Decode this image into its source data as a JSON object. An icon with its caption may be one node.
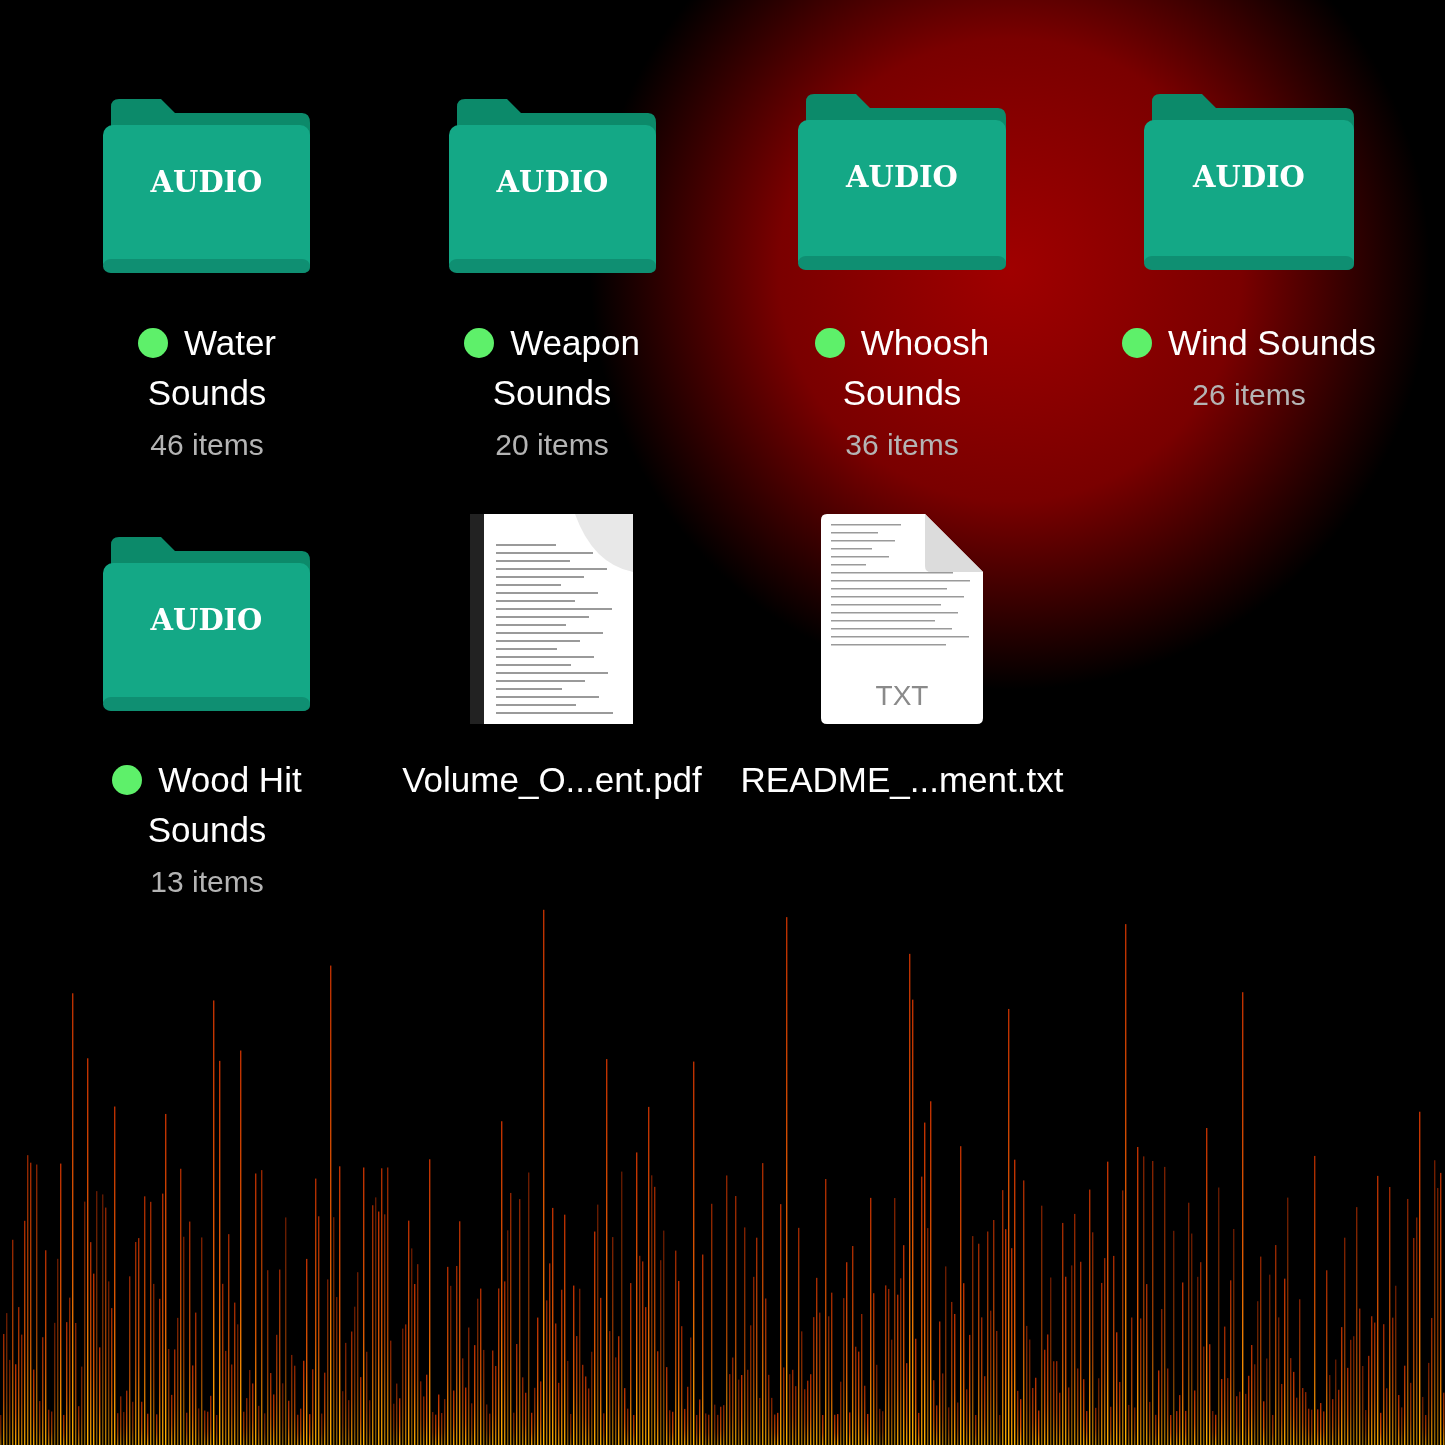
{
  "diagram": {
    "nodes": [
      {
        "text": [
          "AUDIO"
        ],
        "beside": [
          "Water Sounds",
          "46 items"
        ]
      },
      {
        "text": [
          "AUDIO"
        ],
        "beside": [
          "Weapon Sounds",
          "20 items"
        ]
      },
      {
        "text": [
          "AUDIO"
        ],
        "beside": [
          "Whoosh Sounds",
          "36 items"
        ]
      },
      {
        "text": [
          "AUDIO"
        ],
        "beside": [
          "Wind Sounds",
          "26 items"
        ]
      },
      {
        "text": [
          "AUDIO"
        ],
        "beside": [
          "Wood Hit Sounds",
          "13 items"
        ]
      },
      {
        "text": [],
        "shape": "picture",
        "beside": [
          "Volume_O...ent.pdf"
        ]
      },
      {
        "text": [
          "TXT"
        ],
        "beside": [
          "README_...ment.txt"
        ]
      }
    ]
  }
}
